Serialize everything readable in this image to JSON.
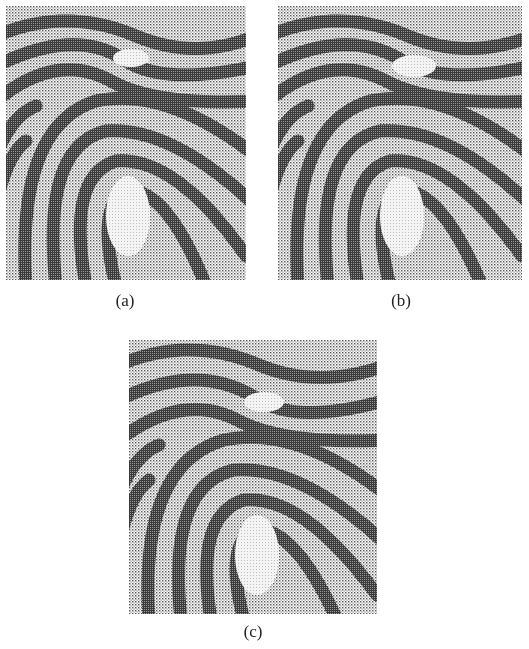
{
  "figure": {
    "panels": [
      {
        "id": "a",
        "caption": "(a)"
      },
      {
        "id": "b",
        "caption": "(b)"
      },
      {
        "id": "c",
        "caption": "(c)"
      }
    ]
  },
  "colors": {
    "ridge": "#2b2b2b",
    "valley": "#f2f2f2",
    "background": "#ffffff"
  }
}
